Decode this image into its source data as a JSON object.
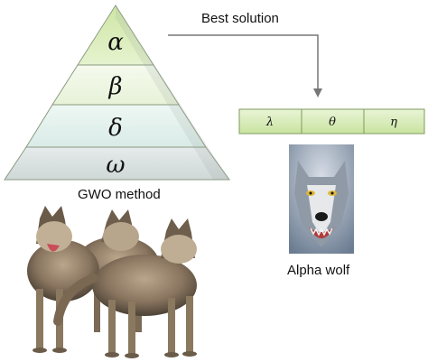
{
  "colors": {
    "tier_top": "#d9ecb8",
    "tier_second": "#eef7e2",
    "tier_third": "#e3f0ee",
    "tier_bottom": "#dde3e3",
    "box_fill": "#d7ecb7",
    "arrow": "#777777"
  },
  "pyramid": {
    "levels": [
      {
        "symbol": "α"
      },
      {
        "symbol": "β"
      },
      {
        "symbol": "δ"
      },
      {
        "symbol": "ω"
      }
    ],
    "caption": "GWO method"
  },
  "arrow": {
    "label": "Best solution"
  },
  "solution_box": {
    "cells": [
      {
        "symbol": "λ"
      },
      {
        "symbol": "θ"
      },
      {
        "symbol": "η"
      }
    ]
  },
  "alpha": {
    "caption": "Alpha wolf"
  }
}
